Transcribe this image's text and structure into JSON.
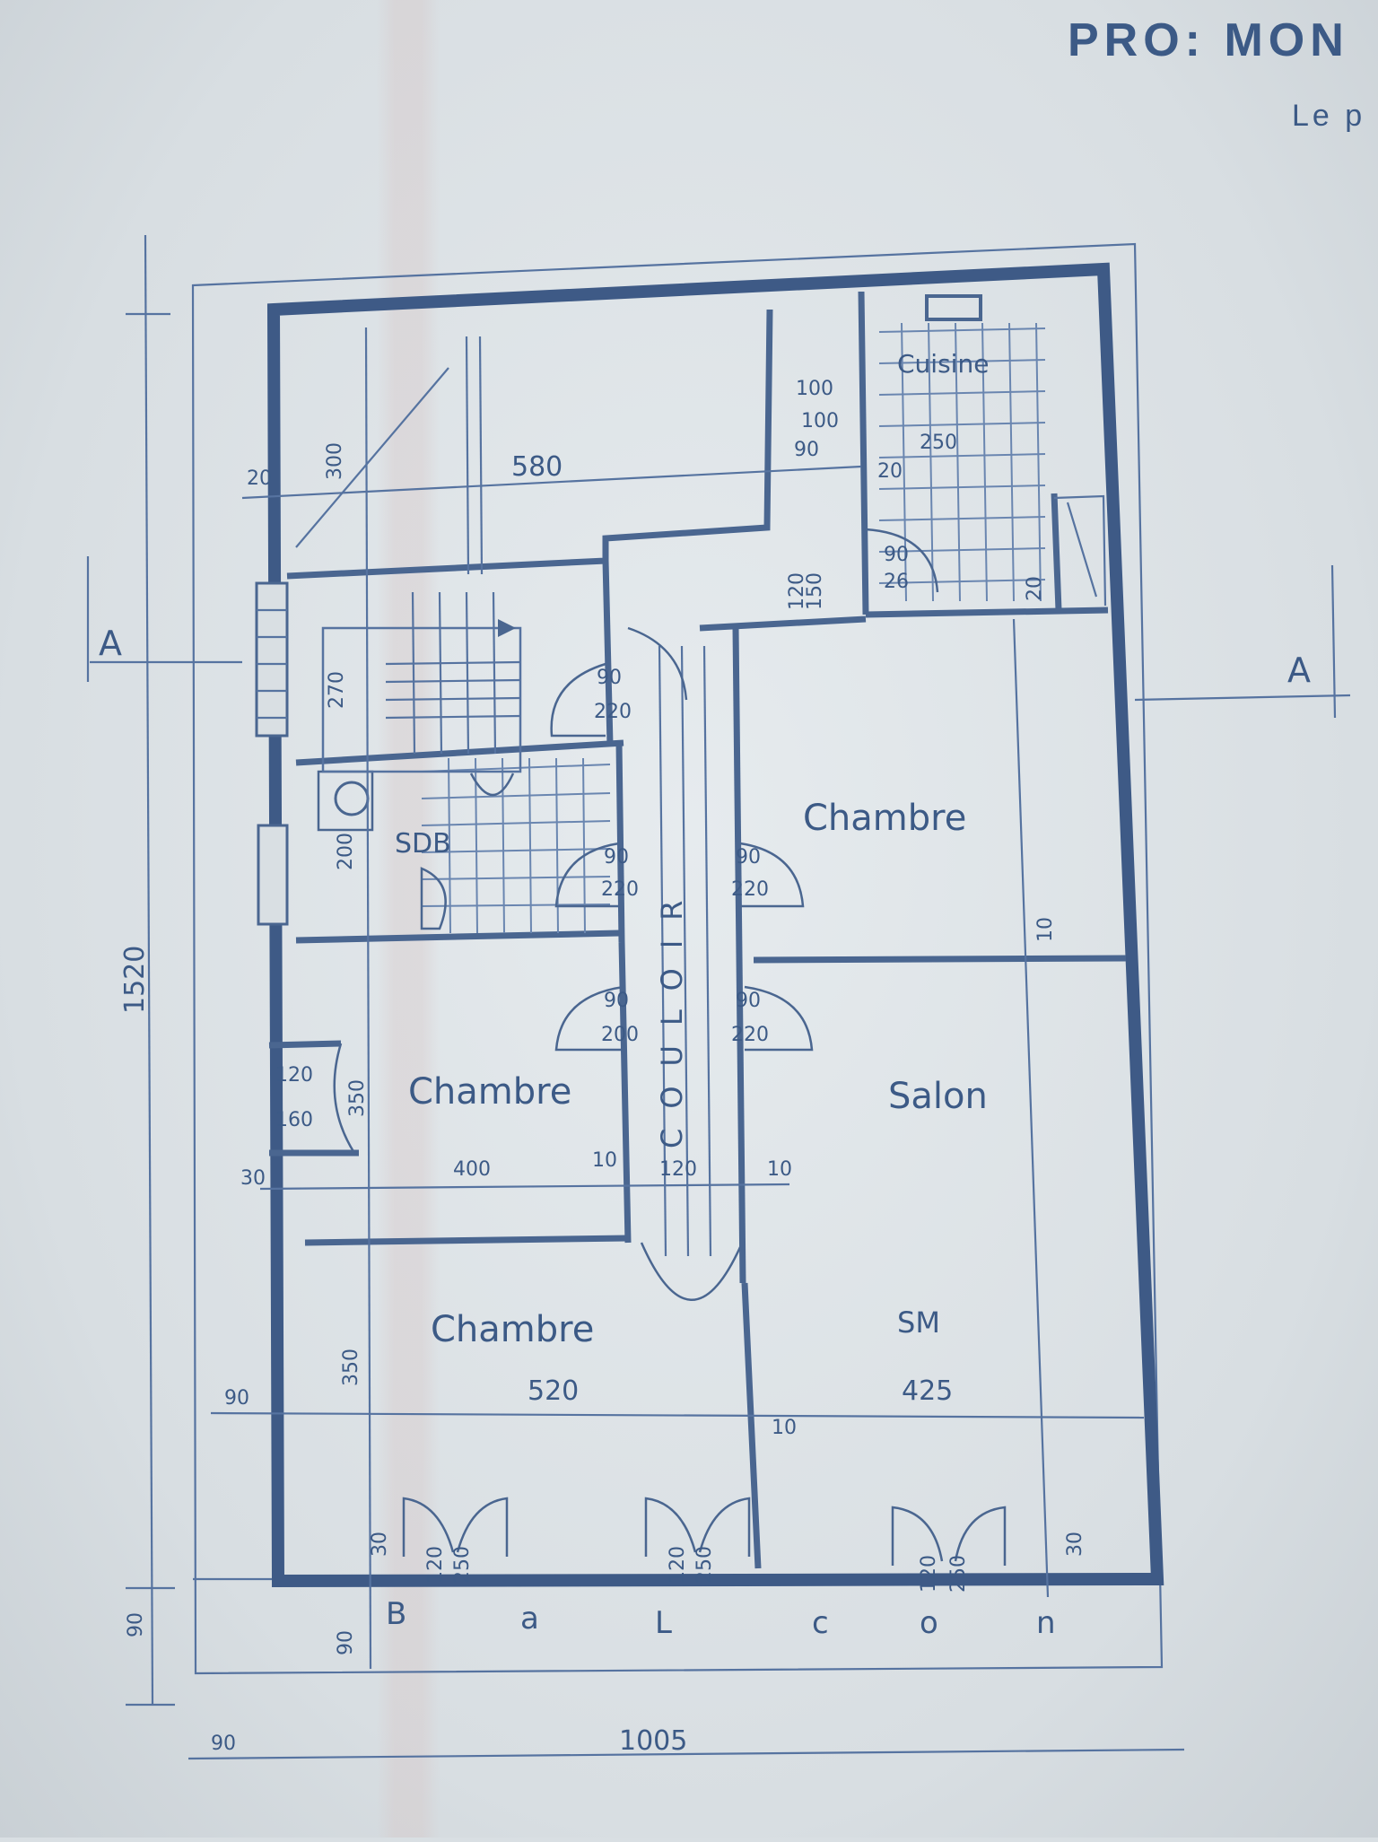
{
  "header": {
    "title": "PRO: MON",
    "subtitle": "Le p"
  },
  "section_marks": {
    "left": "A",
    "right": "A"
  },
  "rooms": {
    "kitchen": "Cuisine",
    "bedroom_right": "Chambre",
    "bedroom_middle": "Chambre",
    "bedroom_bottom": "Chambre",
    "salon": "Salon",
    "dining": "SM",
    "bathroom": "SDB",
    "couloir": "COULOIR"
  },
  "balcon_letters": [
    "B",
    "a",
    "L",
    "c",
    "o",
    "n"
  ],
  "dimensions": {
    "total_height": "1520",
    "total_width": "1005",
    "margin_left": "90",
    "margin_bottom": "90",
    "balcony_depth": "90",
    "upper_width": "580",
    "upper_height": "300",
    "stair_height": "270",
    "kitchen_width": "250",
    "kitchen_d1": "100",
    "kitchen_d2": "100",
    "kitchen_d3": "90",
    "kitchen_wall": "20",
    "bath_height": "200",
    "bedroom_mid_width": "400",
    "corridor_width": "120",
    "wall_10a": "10",
    "wall_10b": "10",
    "wall_30": "30",
    "bottom_width": "520",
    "salon_width": "425",
    "bottom_height": "350",
    "closet_w": "160",
    "closet_d": "120",
    "closet_h": "350",
    "left_90": "90",
    "tiny_20": "20",
    "bottom_30": "30",
    "right_30": "30",
    "right_10": "10",
    "bottom_10": "10",
    "right_20": "20",
    "kitchen_door_a": "120",
    "kitchen_door_b": "150"
  },
  "doors": {
    "d90": "90",
    "d220": "220",
    "d200": "200",
    "d120": "120",
    "d250": "250",
    "d90_26": "26"
  }
}
